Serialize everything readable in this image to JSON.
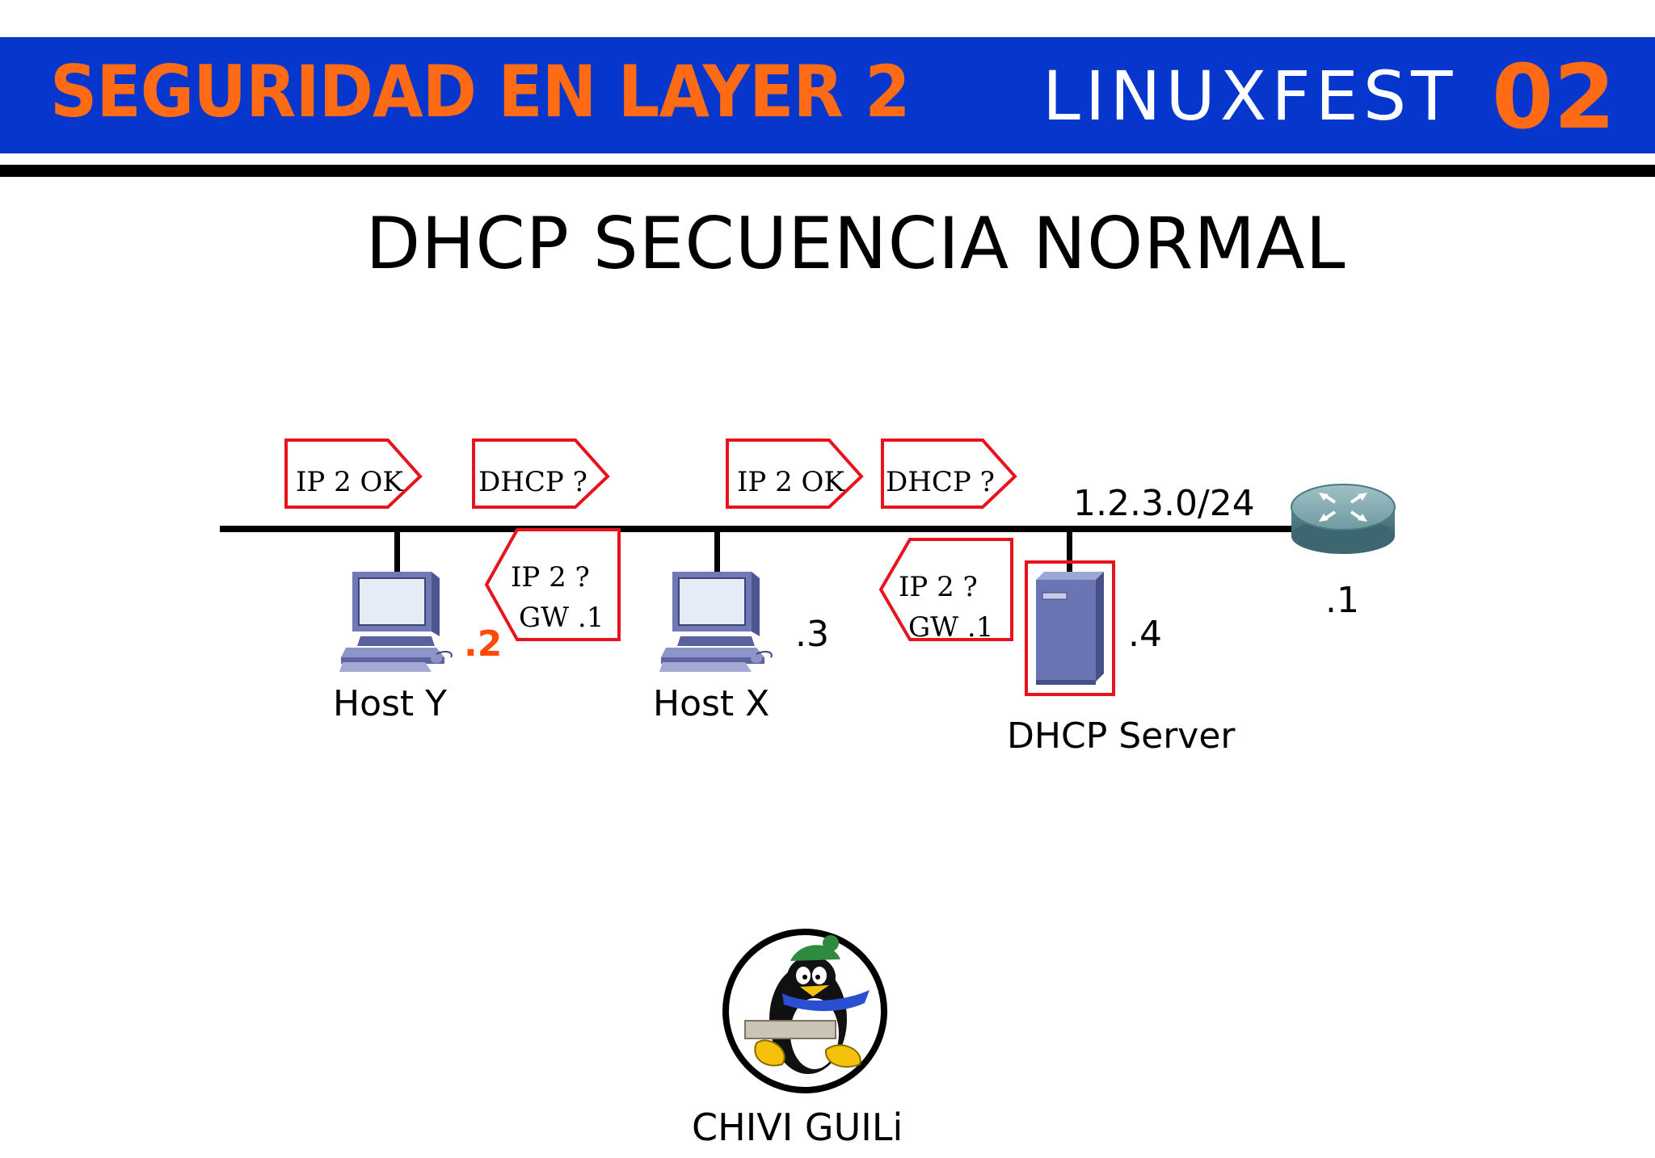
{
  "header": {
    "title": "SEGURIDAD EN LAYER 2",
    "event_name": "LINUXFEST",
    "event_number": "02"
  },
  "slide": {
    "title": "DHCP SECUENCIA NORMAL"
  },
  "network": {
    "subnet": "1.2.3.0/24",
    "router_address": ".1"
  },
  "hosts": [
    {
      "name": "Host Y",
      "address": ".2",
      "address_color": "#ff4a0a"
    },
    {
      "name": "Host X",
      "address": ".3",
      "address_color": "#000000"
    },
    {
      "name": "DHCP Server",
      "address": ".4",
      "address_color": "#000000"
    }
  ],
  "messages": {
    "host_y_ok": "IP 2 OK",
    "host_y_request": "DHCP ?",
    "host_y_offer_line1": "IP 2 ?",
    "host_y_offer_line2": "GW .1",
    "host_x_ok": "IP 2 OK",
    "host_x_request": "DHCP ?",
    "server_offer_line1": "IP 2 ?",
    "server_offer_line2": "GW .1"
  },
  "footer": {
    "credit": "CHIVI GUILi"
  },
  "colors": {
    "banner": "#0736cc",
    "accent": "#ff6a14",
    "message_border": "#e8141c",
    "device_blue": "#6b75b3",
    "router": "#5b8a93"
  }
}
